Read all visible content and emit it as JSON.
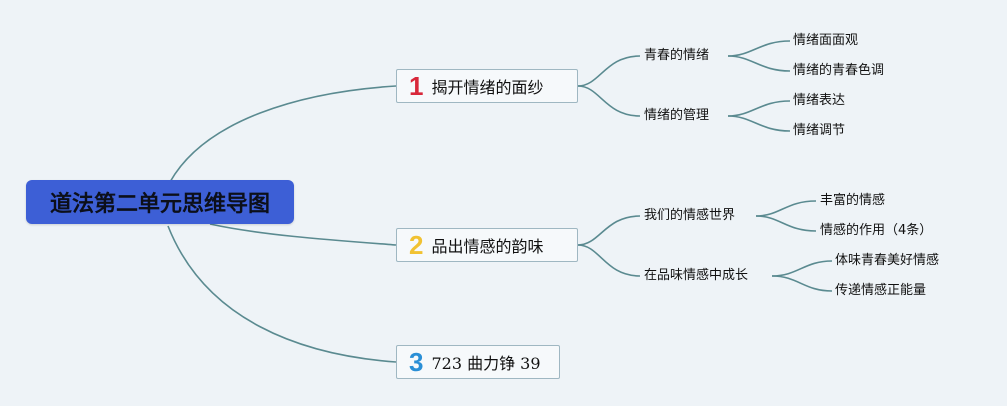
{
  "root": {
    "title": "道法第二单元思维导图"
  },
  "branches": [
    {
      "number": "1",
      "label": "揭开情绪的面纱",
      "number_color": "#d8283a"
    },
    {
      "number": "2",
      "label": "品出情感的韵味",
      "number_color": "#f1c232"
    },
    {
      "number": "3",
      "label": "723 曲力铮 39",
      "number_color": "#2a8fd6"
    }
  ],
  "subtopics": {
    "b1": [
      {
        "label": "青春的情绪",
        "children": [
          "情绪面面观",
          "情绪的青春色调"
        ]
      },
      {
        "label": "情绪的管理",
        "children": [
          "情绪表达",
          "情绪调节"
        ]
      }
    ],
    "b2": [
      {
        "label": "我们的情感世界",
        "children": [
          "丰富的情感",
          "情感的作用（4条）"
        ]
      },
      {
        "label": "在品味情感中成长",
        "children": [
          "体味青春美好情感",
          "传递情感正能量"
        ]
      }
    ]
  },
  "colors": {
    "background": "#eef3f7",
    "root": "#3d5fd6",
    "connector": "#5a8a90",
    "branch_border": "#9fb7c2"
  }
}
